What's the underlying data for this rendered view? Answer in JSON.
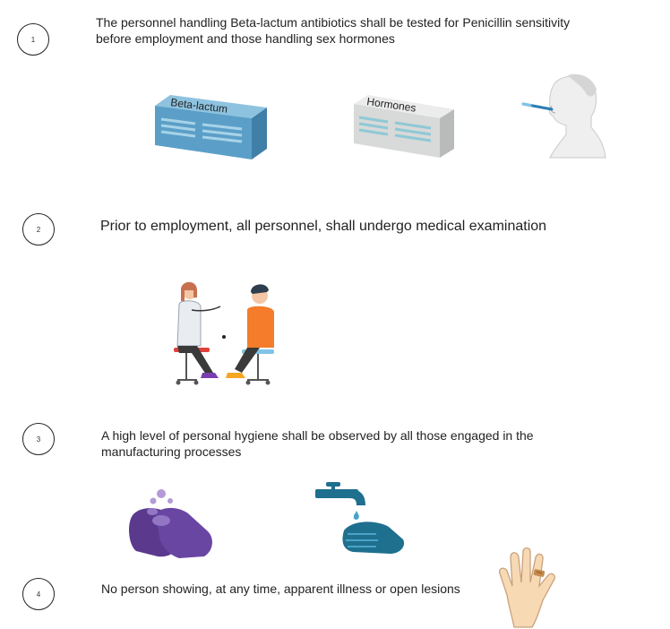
{
  "items": [
    {
      "number": "1",
      "text": "The personnel handling Beta-lactum antibiotics shall be tested for Penicillin sensitivity before employment and those handling sex hormones",
      "box_labels": [
        "Beta-lactum",
        "Hormones"
      ]
    },
    {
      "number": "2",
      "text": "Prior to employment, all personnel, shall undergo medical examination"
    },
    {
      "number": "3",
      "text": "A high level of personal hygiene shall be observed by all those engaged in the manufacturing processes"
    },
    {
      "number": "4",
      "text": "No person showing, at any time, apparent illness or open lesions"
    }
  ],
  "colors": {
    "beta_box": "#5b9fc8",
    "hormone_box": "#d8d9d9",
    "stripe": "#8ec9d6",
    "doctor_hair": "#c8714f",
    "patient_shirt": "#f47c2a",
    "soap_hands": "#5b3a8e",
    "water_hands": "#1f6f8f",
    "skin": "#f7d9b4"
  },
  "icons": [
    "beta-lactum-box-icon",
    "hormones-box-icon",
    "thermometer-person-icon",
    "medical-exam-icon",
    "hand-washing-icon",
    "faucet-hand-icon",
    "bandaged-hand-icon"
  ]
}
